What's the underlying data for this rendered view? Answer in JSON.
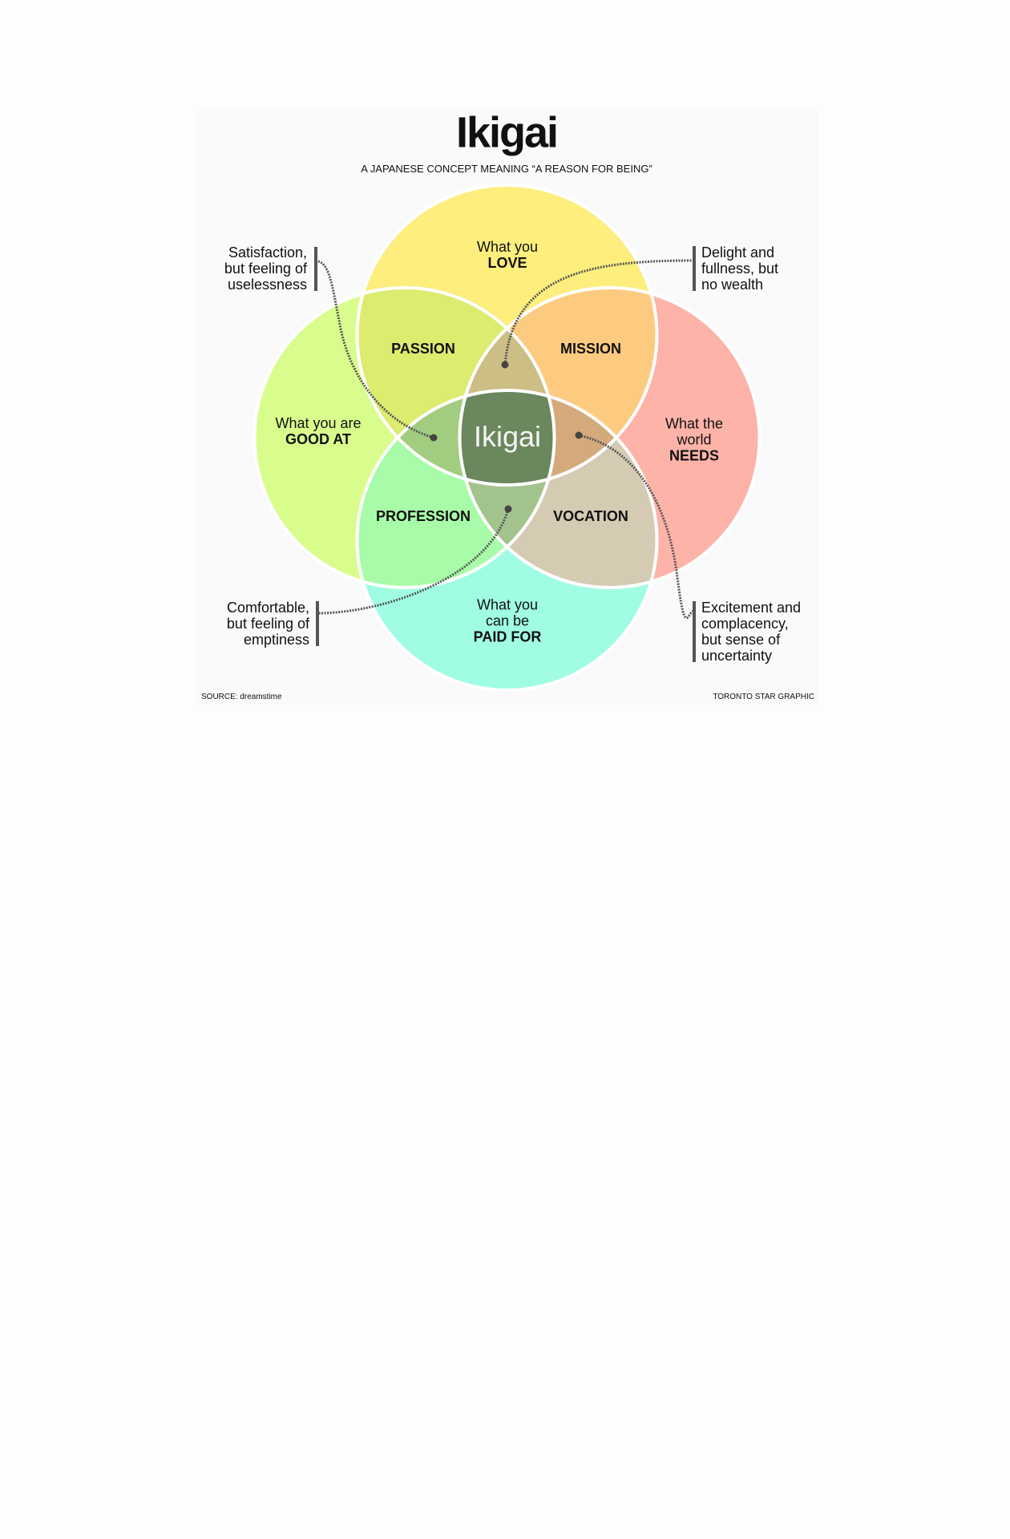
{
  "title": "Ikigai",
  "subtitle": "A JAPANESE CONCEPT MEANING “A REASON FOR BEING”",
  "circles": {
    "love": {
      "line1": "What you",
      "line2": "LOVE",
      "color": "#fdee7e"
    },
    "good_at": {
      "line1": "What you are",
      "line2": "GOOD AT",
      "color": "#d9fd8d"
    },
    "needs": {
      "line1": "What the",
      "line2": "world",
      "line3": "NEEDS",
      "color": "#fdb3a8"
    },
    "paid_for": {
      "line1": "What you",
      "line2": "can be",
      "line3": "PAID FOR",
      "color": "#a0fde3"
    }
  },
  "overlaps": {
    "passion": {
      "label": "PASSION",
      "color": "#dcec6f"
    },
    "mission": {
      "label": "MISSION",
      "color": "#fdcb80"
    },
    "profession": {
      "label": "PROFESSION",
      "color": "#a8fba8"
    },
    "vocation": {
      "label": "VOCATION",
      "color": "#d5cbb3"
    },
    "center": {
      "label": "Ikigai",
      "color": "#6a875d"
    }
  },
  "callouts": {
    "satisfaction": [
      "Satisfaction,",
      "but feeling of",
      "uselessness"
    ],
    "delight": [
      "Delight and",
      "fullness, but",
      "no wealth"
    ],
    "comfortable": [
      "Comfortable,",
      "but feeling of",
      "emptiness"
    ],
    "excitement": [
      "Excitement and",
      "complacency,",
      "but sense of",
      "uncertainty"
    ]
  },
  "footer": {
    "source": "SOURCE: dreamstime",
    "credit": "TORONTO STAR GRAPHIC"
  }
}
